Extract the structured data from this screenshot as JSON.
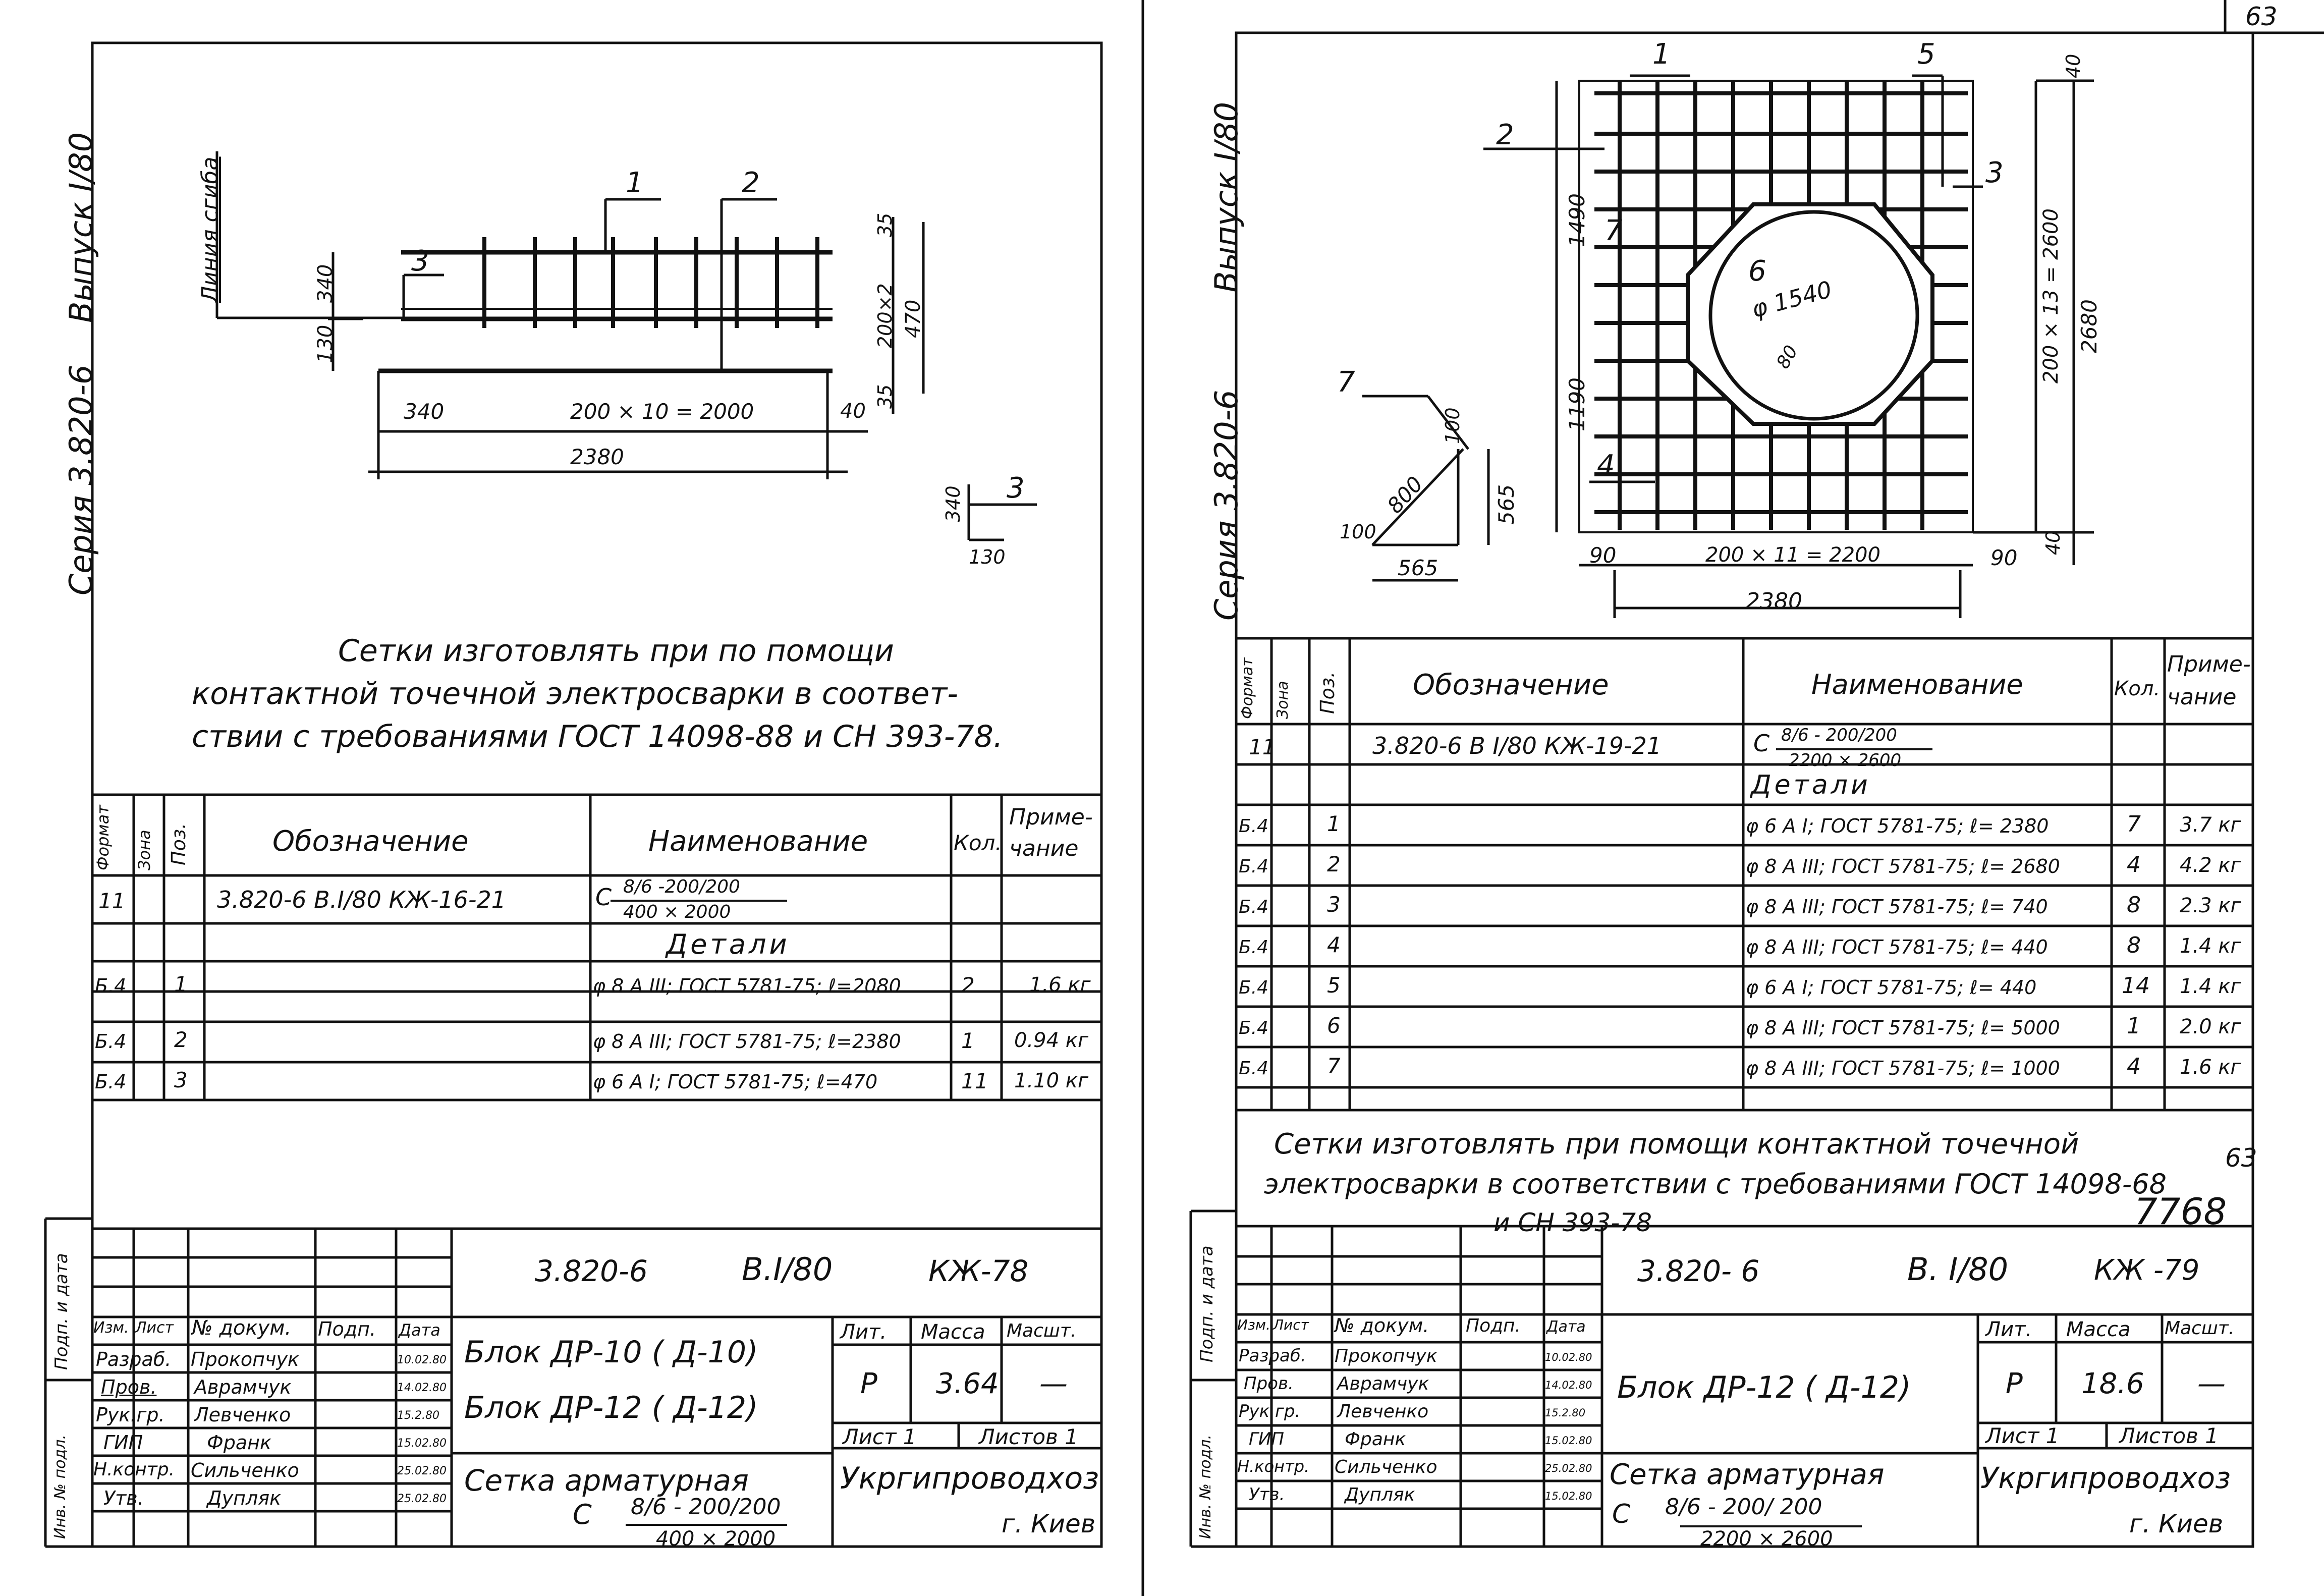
{
  "page_number": "63",
  "sheets": [
    {
      "series_side": "Серия 3.820-6",
      "issue_side": "Выпуск I/80",
      "drawing": {
        "bend_line_label": "Линия сгиба",
        "pos_labels": [
          "1",
          "2",
          "3"
        ],
        "dims": {
          "d340_left": "340",
          "d130": "130",
          "d340_bottom": "340",
          "d_spacing": "200 × 10 = 2000",
          "d40": "40",
          "d2380": "2380",
          "d35_top": "35",
          "d200x2": "200×2",
          "d470": "470",
          "d35_bottom": "35"
        },
        "detail": {
          "d340": "340",
          "d130": "130",
          "pos": "3"
        }
      },
      "note_lines": [
        "Сетки изготовлять при по помощи",
        "контактной точечной электросварки в соответ-",
        "ствии с требованиями ГОСТ 14098-88 и СН 393-78."
      ],
      "spec": {
        "headers": {
          "format": "Формат",
          "zone": "Зона",
          "pos": "Поз.",
          "designation": "Обозначение",
          "name": "Наименование",
          "qty": "Кол.",
          "note_top": "Приме-",
          "note_bottom": "чание"
        },
        "assembly": {
          "format": "11",
          "designation": "3.820-6 В.I/80   КЖ-16-21",
          "name_prefix": "С",
          "name_num": "8/6 -200/200",
          "name_den": "400 × 2000"
        },
        "section": "Детали",
        "rows": [
          {
            "format": "Б.4",
            "pos": "1",
            "name": "φ 8 А III; ГОСТ 5781-75; ℓ=2080",
            "qty": "2",
            "note": "1.6 кг"
          },
          {
            "format": "Б.4",
            "pos": "2",
            "name": "φ 8 А III; ГОСТ 5781-75; ℓ=2380",
            "qty": "1",
            "note": "0.94 кг"
          },
          {
            "format": "Б.4",
            "pos": "3",
            "name": "φ 6 А I; ГОСТ 5781-75; ℓ=470",
            "qty": "11",
            "note": "1.10 кг"
          }
        ]
      },
      "title_block": {
        "code_left": "3.820-6",
        "code_mid": "B.I/80",
        "code_right": "КЖ-78",
        "side_labels": [
          "Подп. и дата",
          "Инв. № подл."
        ],
        "rev_header": [
          "Изм.",
          "Лист",
          "№ докум.",
          "Подп.",
          "Дата"
        ],
        "people": [
          {
            "role": "Разраб.",
            "name": "Прокопчук",
            "date": "10.02.80"
          },
          {
            "role": "Пров.",
            "name": "Аврамчук",
            "date": "14.02.80"
          },
          {
            "role": "Рук.гр.",
            "name": "Левченко",
            "date": "15.2.80"
          },
          {
            "role": "ГИП",
            "name": "Франк",
            "date": "15.02.80"
          },
          {
            "role": "Н.контр.",
            "name": "Сильченко",
            "date": "25.02.80"
          },
          {
            "role": "Утв.",
            "name": "Дупляк",
            "date": "25.02.80"
          }
        ],
        "title_line1": "Блок ДР-10 ( Д-10)",
        "title_line2": "Блок ДР-12 ( Д-12)",
        "product_line": "Сетка арматурная",
        "product_prefix": "С",
        "product_num": "8/6 - 200/200",
        "product_den": "400 × 2000",
        "stage_label": "Лит.",
        "mass_label": "Масса",
        "scale_label": "Масшт.",
        "stage": "Р",
        "mass": "3.64",
        "scale": "—",
        "sheet_label": "Лист 1",
        "sheets_label": "Листов 1",
        "org": "Укргипроводхоз",
        "city": "г. Киев"
      }
    },
    {
      "series_side": "Серия 3.820-6",
      "issue_side": "Выпуск I/80",
      "drawing": {
        "pos_labels": [
          "1",
          "2",
          "3",
          "4",
          "5",
          "6",
          "7"
        ],
        "dims": {
          "d1490": "1490",
          "d1190": "1190",
          "d_diam": "φ 1540",
          "d_small": "80",
          "d_vertical": "200 × 13 = 2600",
          "d2680": "2680",
          "d40_top": "40",
          "d40_bottom": "40",
          "d90_left": "90",
          "d_spacing": "200 × 11 = 2200",
          "d90_right": "90",
          "d2380": "2380"
        },
        "bent_bar": {
          "pos": "7",
          "d800": "800",
          "d100_top": "100",
          "d100_left": "100",
          "d565_v": "565",
          "d565_h": "565"
        }
      },
      "note_lines": [
        "Сетки изготовлять при помощи контактной точечной",
        "электросварки в соответствии с требованиями ГОСТ 14098-68",
        "и СН 393-78"
      ],
      "stamp_63": "63",
      "inv_number": "7768",
      "spec": {
        "headers": {
          "format": "Формат",
          "zone": "Зона",
          "pos": "Поз.",
          "designation": "Обозначение",
          "name": "Наименование",
          "qty": "Кол.",
          "note_top": "Приме-",
          "note_bottom": "чание"
        },
        "assembly": {
          "format": "11",
          "designation": "3.820-6   В I/80 КЖ-19-21",
          "name_prefix": "С",
          "name_num": "8/6 - 200/200",
          "name_den": "2200 × 2600"
        },
        "section": "Детали",
        "rows": [
          {
            "format": "Б.4",
            "pos": "1",
            "name": "φ 6 А I; ГОСТ 5781-75; ℓ= 2380",
            "qty": "7",
            "note": "3.7 кг"
          },
          {
            "format": "Б.4",
            "pos": "2",
            "name": "φ 8 А III; ГОСТ 5781-75; ℓ= 2680",
            "qty": "4",
            "note": "4.2 кг"
          },
          {
            "format": "Б.4",
            "pos": "3",
            "name": "φ 8 А III; ГОСТ 5781-75; ℓ= 740",
            "qty": "8",
            "note": "2.3 кг"
          },
          {
            "format": "Б.4",
            "pos": "4",
            "name": "φ 8 А III; ГОСТ 5781-75; ℓ= 440",
            "qty": "8",
            "note": "1.4 кг"
          },
          {
            "format": "Б.4",
            "pos": "5",
            "name": "φ 6 А I; ГОСТ 5781-75; ℓ= 440",
            "qty": "14",
            "note": "1.4 кг"
          },
          {
            "format": "Б.4",
            "pos": "6",
            "name": "φ 8 А III; ГОСТ 5781-75; ℓ= 5000",
            "qty": "1",
            "note": "2.0 кг"
          },
          {
            "format": "Б.4",
            "pos": "7",
            "name": "φ 8 А III; ГОСТ 5781-75; ℓ= 1000",
            "qty": "4",
            "note": "1.6 кг"
          }
        ]
      },
      "title_block": {
        "code_left": "3.820- 6",
        "code_mid": "B. I/80",
        "code_right": "КЖ -79",
        "side_labels": [
          "Подп. и дата",
          "Инв. № подл."
        ],
        "rev_header": [
          "Изм.",
          "Лист",
          "№ докум.",
          "Подп.",
          "Дата"
        ],
        "people": [
          {
            "role": "Разраб.",
            "name": "Прокопчук",
            "date": "10.02.80"
          },
          {
            "role": "Пров.",
            "name": "Аврамчук",
            "date": "14.02.80"
          },
          {
            "role": "Рук.гр.",
            "name": "Левченко",
            "date": "15.2.80"
          },
          {
            "role": "ГИП",
            "name": "Франк",
            "date": "15.02.80"
          },
          {
            "role": "Н.контр.",
            "name": "Сильченко",
            "date": "25.02.80"
          },
          {
            "role": "Утв.",
            "name": "Дупляк",
            "date": "15.02.80"
          }
        ],
        "title_line1": "Блок ДР-12 ( Д-12)",
        "product_line": "Сетка арматурная",
        "product_prefix": "С",
        "product_num": "8/6 - 200/ 200",
        "product_den": "2200 × 2600",
        "stage_label": "Лит.",
        "mass_label": "Масса",
        "scale_label": "Масшт.",
        "stage": "Р",
        "mass": "18.6",
        "scale": "—",
        "sheet_label": "Лист 1",
        "sheets_label": "Листов 1",
        "org": "Укргипроводхоз",
        "city": "г. Киев"
      }
    }
  ]
}
